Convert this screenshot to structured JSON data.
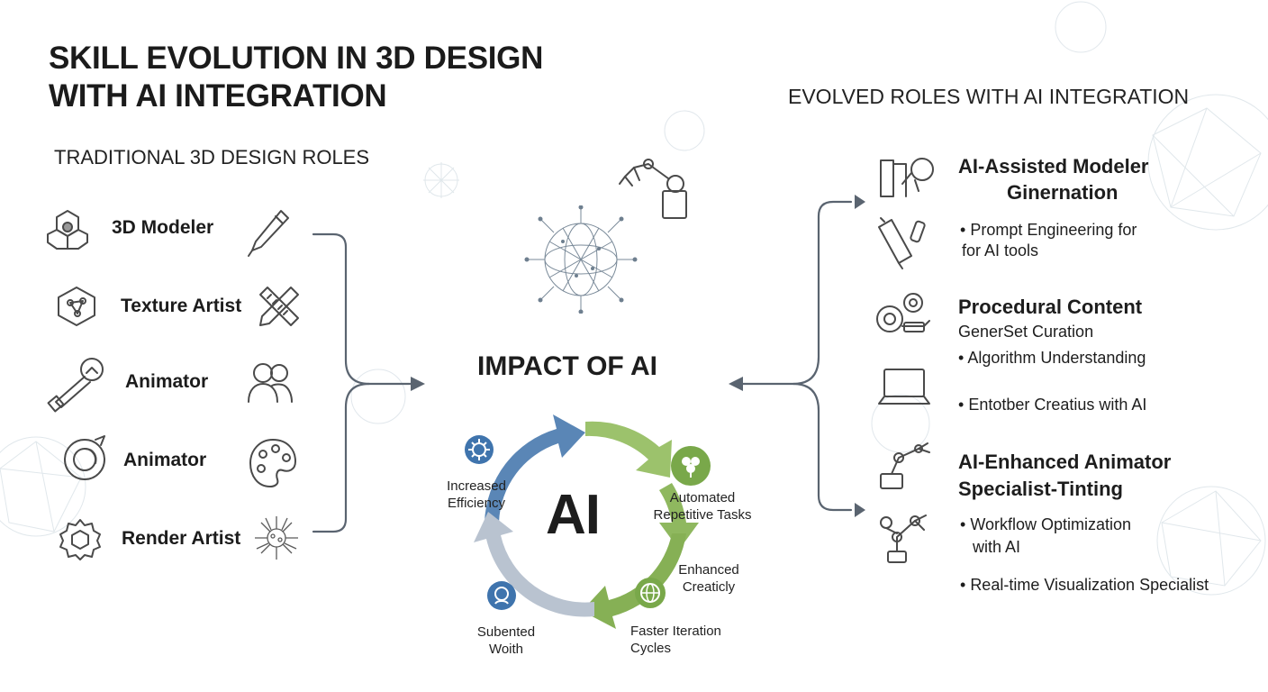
{
  "title": {
    "line1": "SKILL EVOLUTION IN 3D DESIGN",
    "line2": "WITH AI INTEGRATION"
  },
  "traditional": {
    "heading": "TRADITIONAL 3D DESIGN ROLES",
    "roles": [
      {
        "label": "3D Modeler",
        "left_icon": "hexagon-cluster-icon",
        "right_icon": "pen-tool-icon"
      },
      {
        "label": "Texture Artist",
        "left_icon": "molecule-hexagon-icon",
        "right_icon": "ruler-pencil-icon"
      },
      {
        "label": "Animator",
        "left_icon": "wrench-icon",
        "right_icon": "people-icon"
      },
      {
        "label": "Animator",
        "left_icon": "swirl-ring-icon",
        "right_icon": "palette-icon"
      },
      {
        "label": "Render Artist",
        "left_icon": "gear-hexagon-icon",
        "right_icon": "virus-burst-icon"
      }
    ]
  },
  "center": {
    "heading": "IMPACT OF AI",
    "core": "AI",
    "cycle": [
      {
        "label": "Increased Efficiency",
        "icon": "gear-icon"
      },
      {
        "label": "Automated Repetitive Tasks",
        "icon": "clover-icon"
      },
      {
        "label": "Enhanced Creaticly",
        "icon": ""
      },
      {
        "label": "Faster Iteration Cycles",
        "icon": "globe-icon"
      },
      {
        "label": "Subented Woith",
        "icon": "bot-head-icon"
      }
    ],
    "colors": {
      "blue": "#5a86b6",
      "green": "#8fb85f",
      "gray": "#b9c3d0",
      "icon_blue": "#3f74ad",
      "icon_green": "#79a84a"
    }
  },
  "evolved": {
    "heading": "EVOLVED ROLES WITH AI INTEGRATION",
    "groups": [
      {
        "title": "AI-Assisted Modeler",
        "subtitle": "Ginernation",
        "icons": [
          "robot-lamp-icon",
          "spray-tool-icon"
        ],
        "bullets": [
          "Prompt Engineering for",
          "for AI tools"
        ]
      },
      {
        "title": "Procedural Content",
        "subtitle": "GenerSet Curation",
        "icons": [
          "gear-cluster-icon",
          "laptop-icon"
        ],
        "bullets": [
          "Algorithm Understanding",
          "Entotber Creatius with AI"
        ]
      },
      {
        "title": "AI-Enhanced Animator",
        "subtitle": "Specialist-Tinting",
        "icons": [
          "robot-arm-icon",
          "robot-arm-small-icon"
        ],
        "bullets": [
          "Workflow Optimization",
          "with AI",
          "Real-time Visualization Specialist"
        ]
      }
    ]
  }
}
